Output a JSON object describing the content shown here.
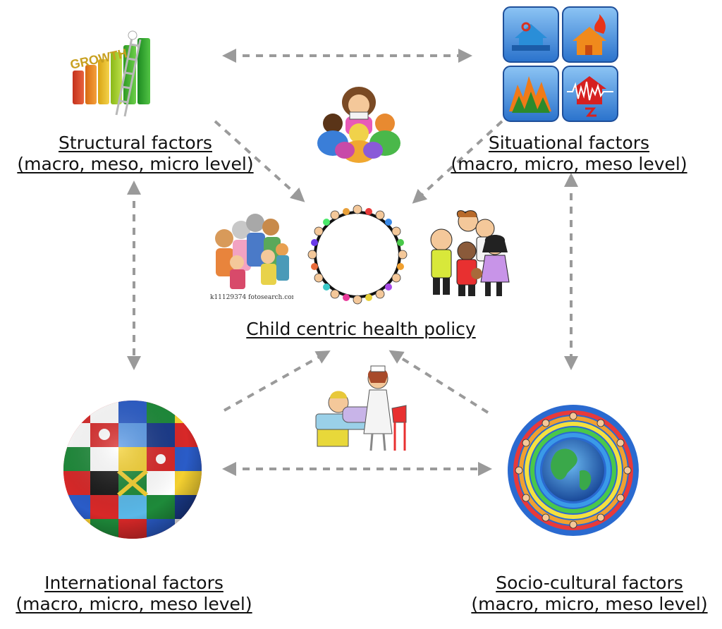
{
  "center": {
    "title": "Child centric health policy",
    "watermark": "k11129374 fotosearch.com ©"
  },
  "nodes": {
    "structural": {
      "title": "Structural factors ",
      "levels": "(macro, meso, micro level)"
    },
    "situational": {
      "title": "Situational factors",
      "levels": "(macro, micro, meso level)"
    },
    "international": {
      "title": "International factors",
      "levels": "(macro, micro, meso level)"
    },
    "sociocultural": {
      "title": "Socio-cultural factors ",
      "levels": "(macro, micro, meso level)"
    }
  },
  "growth_chart": {
    "word": "GROWTH"
  },
  "icons": [
    "growth-chart-icon",
    "disaster-tiles-icon",
    "teacher-reading-icon",
    "family-group-icon",
    "children-circle-icon",
    "kids-group-icon",
    "nurse-child-icon",
    "flag-globe-icon",
    "world-children-icon"
  ],
  "colors": {
    "arrow": "#9a9a9a",
    "tile_blue": "#3f86d8",
    "text": "#111111"
  }
}
